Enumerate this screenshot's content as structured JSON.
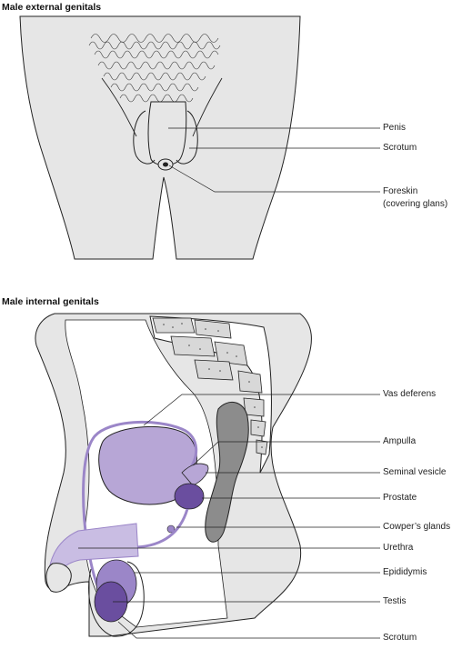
{
  "external": {
    "title": "Male external genitals",
    "labels": {
      "penis": "Penis",
      "scrotum": "Scrotum",
      "foreskin_1": "Foreskin",
      "foreskin_2": "(covering glans)"
    }
  },
  "internal": {
    "title": "Male internal genitals",
    "labels": {
      "vas_deferens": "Vas deferens",
      "ampulla": "Ampulla",
      "seminal_vesicle": "Seminal vesicle",
      "prostate": "Prostate",
      "cowpers_glands": "Cowper’s glands",
      "urethra": "Urethra",
      "epididymis": "Epididymis",
      "testis": "Testis",
      "scrotum": "Scrotum"
    }
  },
  "colors": {
    "skin": "#e6e6e6",
    "outline": "#222222",
    "purple_light": "#b7a6d6",
    "purple_mid": "#9b86c8",
    "purple_dark": "#6a4e9f",
    "rectum": "#8c8c8c"
  }
}
